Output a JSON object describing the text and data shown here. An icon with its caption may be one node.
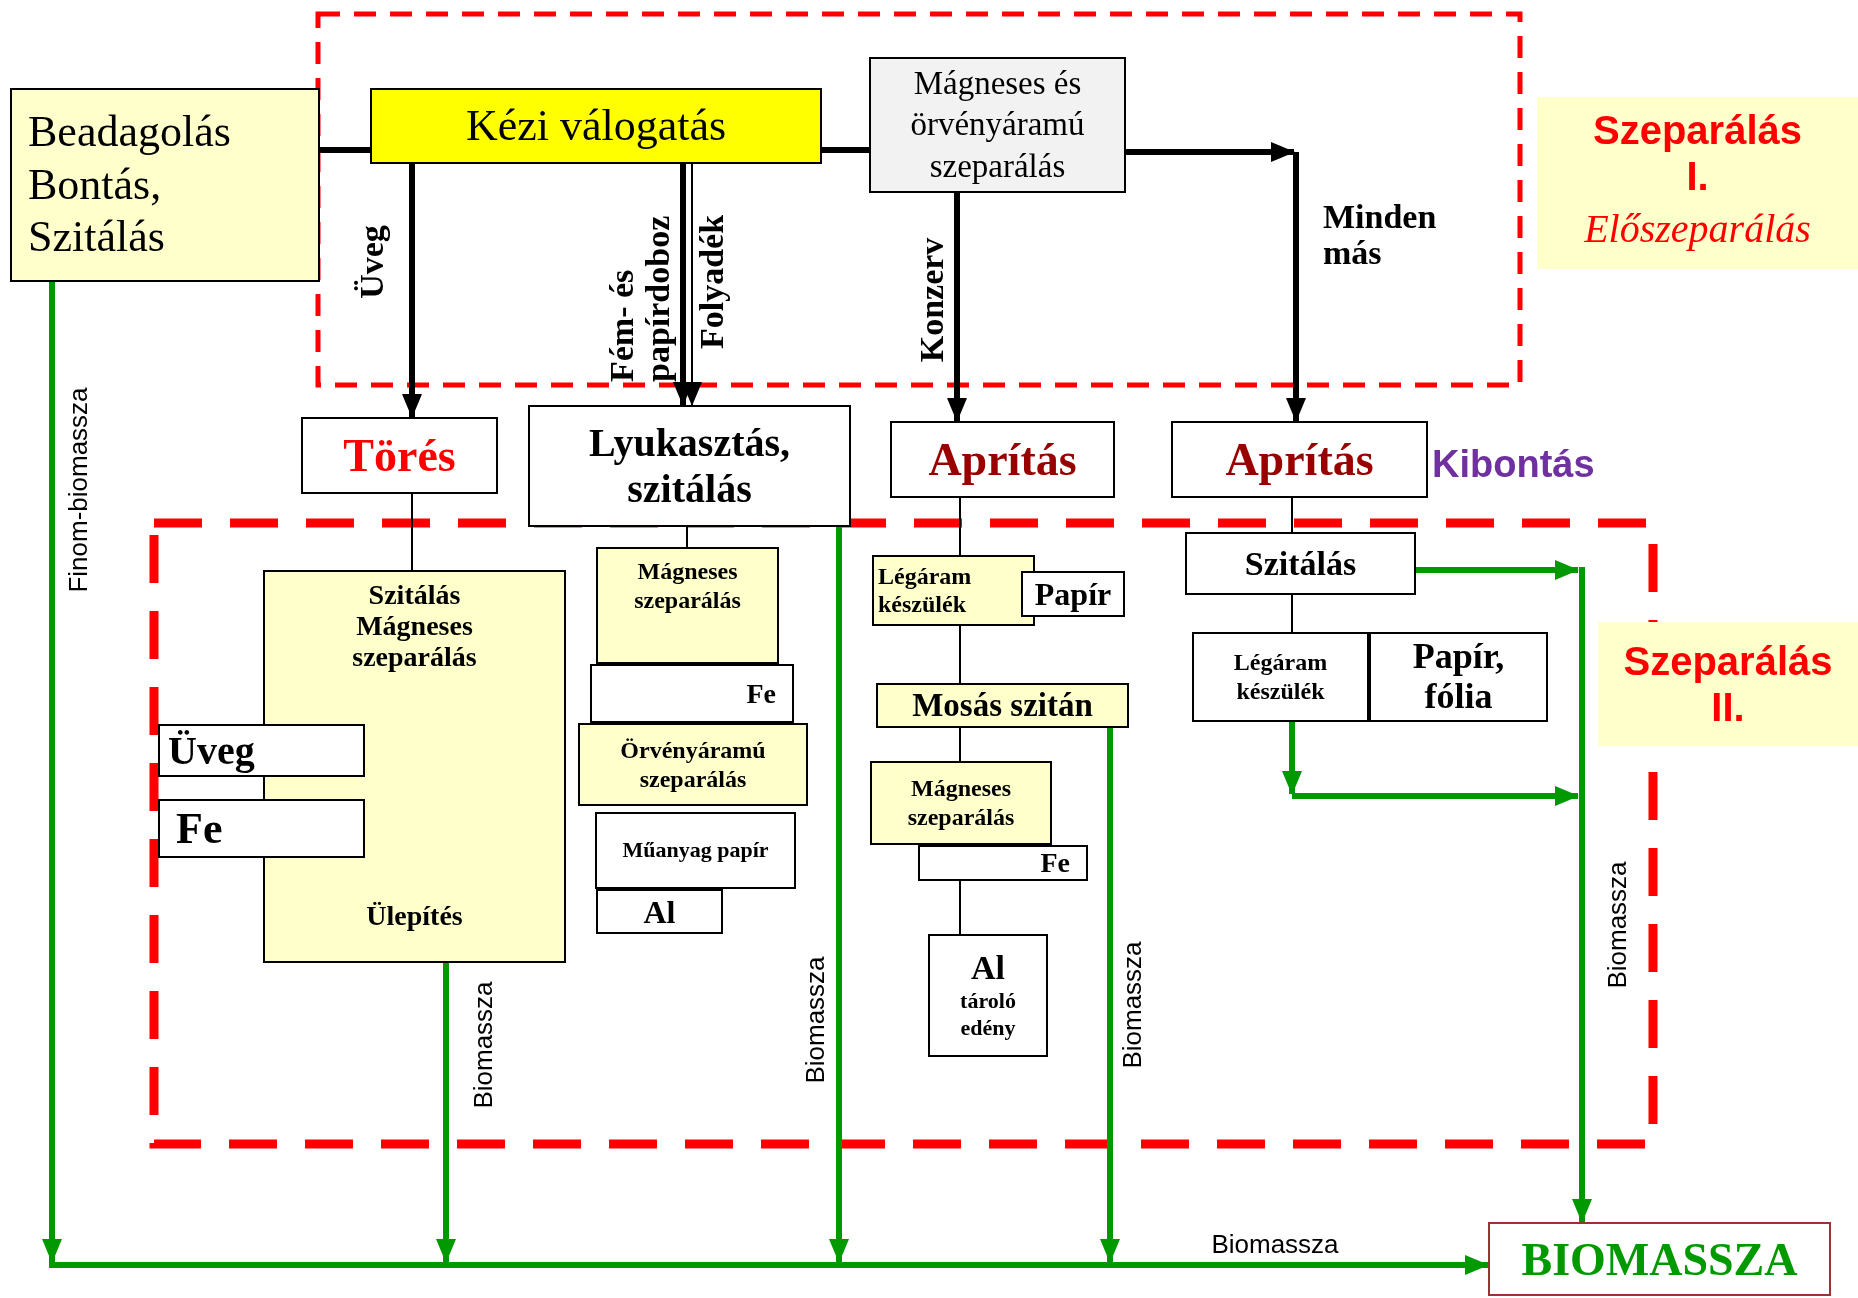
{
  "diagram": {
    "nodes": [
      {
        "text": [
          "Beadagolás Bontás, Szitálás"
        ]
      },
      {
        "text": [
          "Kézi válogatás"
        ]
      },
      {
        "text": [
          "Mágneses és örvényáramú szeparálás"
        ]
      },
      {
        "text": [
          "Törés"
        ]
      },
      {
        "text": [
          "Lyukasztás, szitálás"
        ]
      },
      {
        "text": [
          "Aprítás"
        ]
      },
      {
        "text": [
          "Aprítás"
        ],
        "beside": [
          "Kibontás"
        ]
      },
      {
        "text": [
          "Szitálás Mágneses szeparálás",
          "Ülepítés"
        ]
      },
      {
        "text": [
          "Üveg"
        ]
      },
      {
        "text": [
          "Fe"
        ]
      },
      {
        "text": [
          "Mágneses szeparálás"
        ]
      },
      {
        "text": [
          "Fe"
        ]
      },
      {
        "text": [
          "Örvényáramú szeparálás"
        ]
      },
      {
        "text": [
          "Műanyag papír"
        ]
      },
      {
        "text": [
          "Al"
        ]
      },
      {
        "text": [
          "Légáram készülék"
        ]
      },
      {
        "text": [
          "Papír"
        ]
      },
      {
        "text": [
          "Mosás szitán"
        ]
      },
      {
        "text": [
          "Mágneses szeparálás"
        ]
      },
      {
        "text": [
          "Fe"
        ]
      },
      {
        "text": [
          "Al",
          "tároló edény"
        ]
      },
      {
        "text": [
          "Szitálás"
        ]
      },
      {
        "text": [
          "Légáram készülék"
        ]
      },
      {
        "text": [
          "Papír, fólia"
        ]
      },
      {
        "text": [
          "BIOMASSZA"
        ]
      },
      {
        "text": [
          "Szeparálás I.",
          "Előszeparálás"
        ]
      },
      {
        "text": [
          "Szeparálás II."
        ]
      }
    ],
    "edges": [
      {
        "from": 0,
        "to": 1,
        "arrow": "none"
      },
      {
        "from": 1,
        "to": 2,
        "arrow": "none"
      },
      {
        "from": 1,
        "to": 3,
        "arrow": "to",
        "label": "Üveg"
      },
      {
        "from": 1,
        "to": 4,
        "arrow": "to",
        "label": "Fém- és papírdoboz"
      },
      {
        "from": 1,
        "to": 4,
        "arrow": "to",
        "label": "Folyadék"
      },
      {
        "from": 2,
        "to": 5,
        "arrow": "to",
        "label": "Konzerv"
      },
      {
        "from": 2,
        "to": 6,
        "arrow": "to",
        "label": "Minden más"
      },
      {
        "from": 3,
        "to": 7,
        "arrow": "none"
      },
      {
        "from": 4,
        "to": 10,
        "arrow": "none"
      },
      {
        "from": 5,
        "to": 15,
        "arrow": "none"
      },
      {
        "from": 15,
        "to": 17,
        "arrow": "none"
      },
      {
        "from": 17,
        "to": 18,
        "arrow": "none"
      },
      {
        "from": 19,
        "to": 20,
        "arrow": "none"
      },
      {
        "from": 6,
        "to": 21,
        "arrow": "none"
      },
      {
        "from": 21,
        "to": 22,
        "arrow": "none"
      },
      {
        "from": 0,
        "to": 24,
        "arrow": "to",
        "color": "#009900",
        "label": "Finom-biomassza"
      },
      {
        "from": 7,
        "to": 24,
        "arrow": "to",
        "color": "#009900",
        "label": "Biomassza"
      },
      {
        "from": 4,
        "to": 24,
        "arrow": "to",
        "color": "#009900",
        "label": "Biomassza"
      },
      {
        "from": 17,
        "to": 24,
        "arrow": "to",
        "color": "#009900",
        "label": "Biomassza"
      },
      {
        "from": 21,
        "to": 24,
        "arrow": "to",
        "color": "#009900",
        "label": "Biomassza"
      },
      {
        "from": 22,
        "to": 24,
        "arrow": "to",
        "color": "#009900"
      }
    ],
    "labels": [
      "Biomassza"
    ]
  }
}
